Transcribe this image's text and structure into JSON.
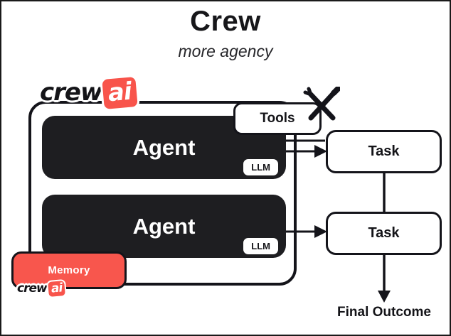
{
  "header": {
    "title": "Crew",
    "subtitle": "more agency"
  },
  "logo": {
    "crew": "crew",
    "ai": "ai"
  },
  "crew": {
    "tools_label": "Tools",
    "agents": [
      {
        "label": "Agent",
        "llm": "LLM"
      },
      {
        "label": "Agent",
        "llm": "LLM"
      }
    ],
    "memory_label": "Memory"
  },
  "tasks": [
    {
      "label": "Task"
    },
    {
      "label": "Task"
    }
  ],
  "final_outcome": "Final Outcome",
  "icons": {
    "tools_icon": "crossed-tools"
  },
  "colors": {
    "accent_red": "#F8544B",
    "box_black": "#1E1E21",
    "line_black": "#14141A",
    "background": "#FFFFFF"
  }
}
